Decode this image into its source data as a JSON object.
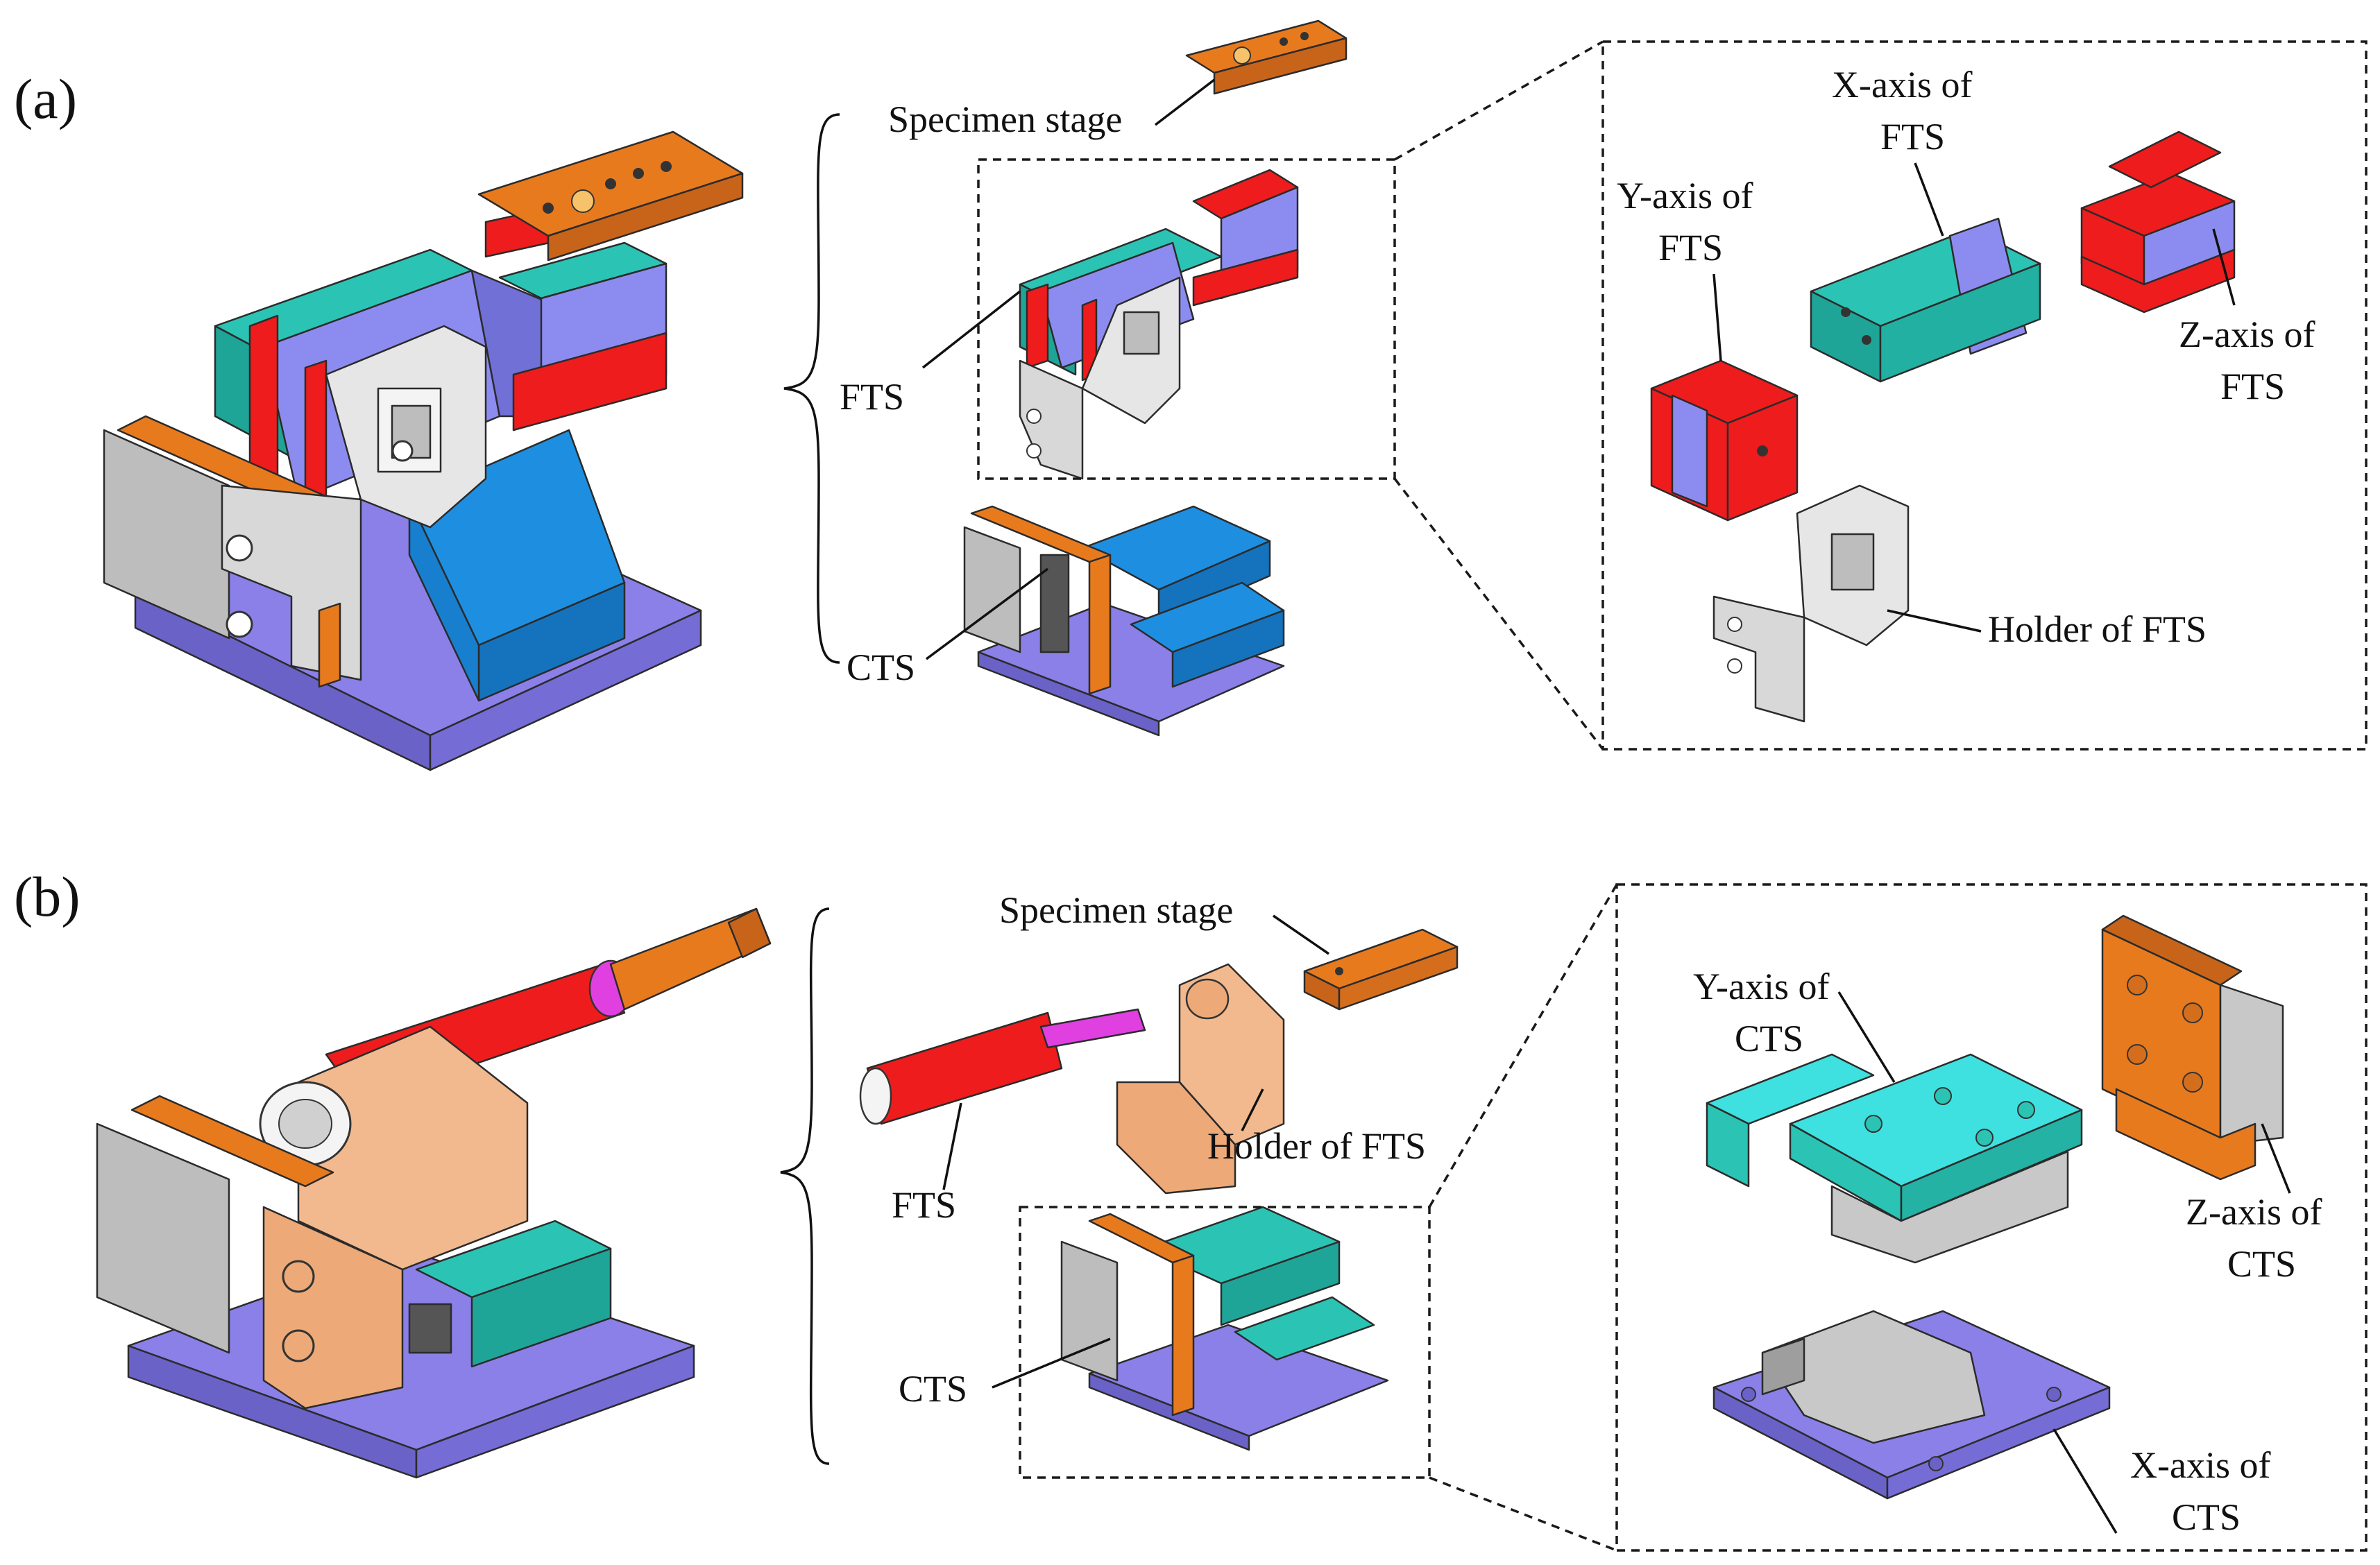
{
  "panels": {
    "a": {
      "tag": "(a)",
      "labels": {
        "specimen_stage": "Specimen stage",
        "fts": "FTS",
        "cts": "CTS",
        "y_axis_fts": [
          "Y-axis of",
          "FTS"
        ],
        "x_axis_fts": [
          "X-axis of",
          "FTS"
        ],
        "z_axis_fts": [
          "Z-axis of",
          "FTS"
        ],
        "holder_fts": "Holder of FTS"
      }
    },
    "b": {
      "tag": "(b)",
      "labels": {
        "specimen_stage": "Specimen stage",
        "fts": "FTS",
        "holder_fts": "Holder of FTS",
        "cts": "CTS",
        "y_axis_cts": [
          "Y-axis of",
          "CTS"
        ],
        "z_axis_cts": [
          "Z-axis of",
          "CTS"
        ],
        "x_axis_cts": [
          "X-axis of",
          "CTS"
        ]
      }
    }
  },
  "colors": {
    "orange": "#E87A1E",
    "red": "#EE1C1C",
    "blue_violet": "#8C8CF0",
    "teal": "#2BC4B4",
    "sky_blue": "#1E8FE0",
    "gray": "#C8C8C8",
    "light_gray": "#E6E6E6",
    "base_violet": "#8A80E8",
    "peach": "#F2B98E",
    "cyan": "#3FE0E0",
    "magenta": "#E040E0"
  }
}
